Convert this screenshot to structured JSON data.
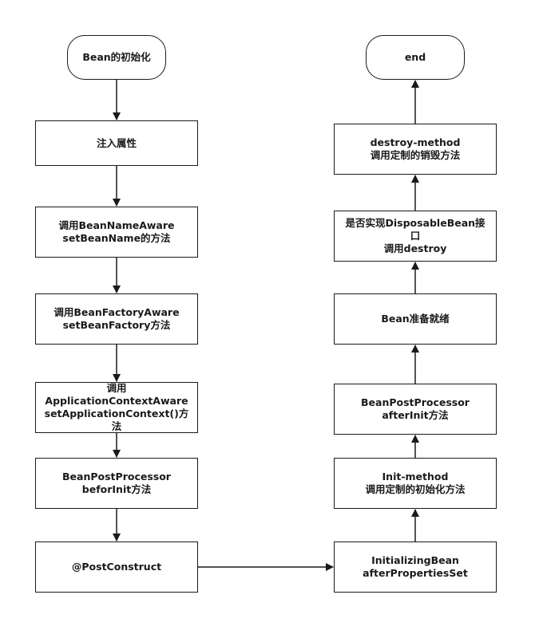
{
  "left_column": [
    {
      "id": "start",
      "lines": [
        "Bean的初始化"
      ]
    },
    {
      "id": "inject",
      "lines": [
        "注入属性"
      ]
    },
    {
      "id": "bean-name-aware",
      "lines": [
        "调用BeanNameAware",
        "setBeanName的方法"
      ]
    },
    {
      "id": "bean-factory-aware",
      "lines": [
        "调用BeanFactoryAware",
        "setBeanFactory方法"
      ]
    },
    {
      "id": "app-context-aware",
      "lines": [
        "调用",
        "ApplicationContextAware",
        "setApplicationContext()方法"
      ]
    },
    {
      "id": "before-init",
      "lines": [
        "BeanPostProcessor",
        "beforInit方法"
      ]
    },
    {
      "id": "post-construct",
      "lines": [
        "@PostConstruct"
      ]
    }
  ],
  "right_column": [
    {
      "id": "end",
      "lines": [
        "end"
      ]
    },
    {
      "id": "destroy-method",
      "lines": [
        "destroy-method",
        "调用定制的销毁方法"
      ]
    },
    {
      "id": "disposable-bean",
      "lines": [
        "是否实现DisposableBean接",
        "口",
        "调用destroy"
      ]
    },
    {
      "id": "bean-ready",
      "lines": [
        "Bean准备就绪"
      ]
    },
    {
      "id": "after-init",
      "lines": [
        "BeanPostProcessor",
        "afterInit方法"
      ]
    },
    {
      "id": "init-method",
      "lines": [
        "Init-method",
        "调用定制的初始化方法"
      ]
    },
    {
      "id": "initializing-bean",
      "lines": [
        "InitializingBean",
        "afterPropertiesSet"
      ]
    }
  ],
  "colors": {
    "stroke": "#1a1a1a",
    "background": "#ffffff"
  }
}
